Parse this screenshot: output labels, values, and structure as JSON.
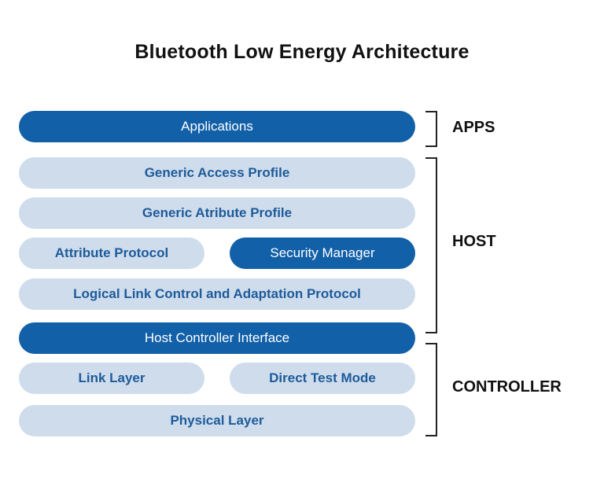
{
  "title": "Bluetooth Low Energy Architecture",
  "colors": {
    "dark_block": "#1260a8",
    "light_block": "#cfdcec",
    "light_text": "#1d5b9a",
    "dark_text": "#ffffff"
  },
  "layers": {
    "applications": "Applications",
    "generic_access_profile": "Generic Access Profile",
    "generic_attribute_profile": "Generic Atribute Profile",
    "attribute_protocol": "Attribute Protocol",
    "security_manager": "Security Manager",
    "l2cap": "Logical Link Control and Adaptation Protocol",
    "hci": "Host Controller Interface",
    "link_layer": "Link Layer",
    "direct_test_mode": "Direct Test Mode",
    "physical_layer": "Physical Layer"
  },
  "groups": {
    "apps": "APPS",
    "host": "HOST",
    "controller": "CONTROLLER"
  }
}
